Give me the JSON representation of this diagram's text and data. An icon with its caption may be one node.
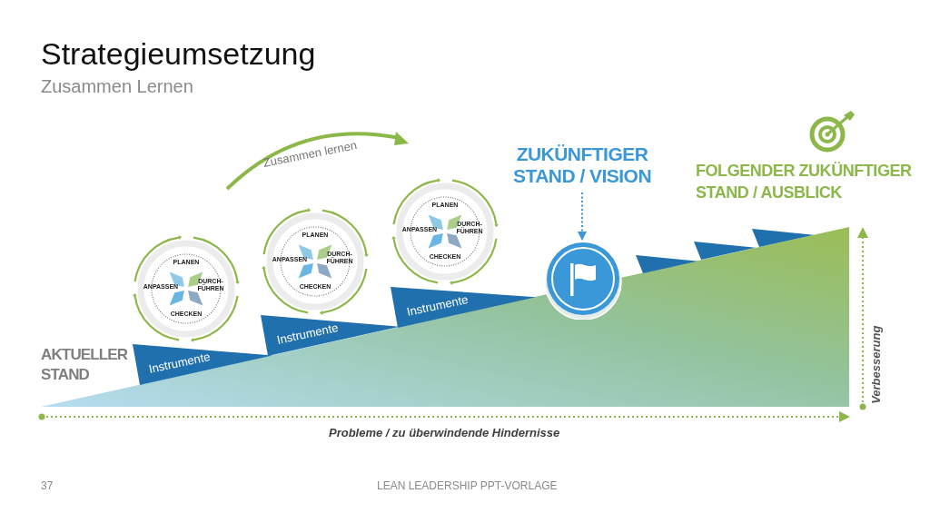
{
  "diagram": {
    "title": "Strategieumsetzung",
    "nodes": [
      {
        "text": [
          "PLANEN",
          "ANPASSEN",
          "DURCH- FÜHREN",
          "CHECKEN"
        ]
      },
      {
        "text": [
          "PLANEN",
          "ANPASSEN",
          "DURCH- FÜHREN",
          "CHECKEN"
        ]
      },
      {
        "text": [
          "PLANEN",
          "ANPASSEN",
          "DURCH- FÜHREN",
          "CHECKEN"
        ]
      },
      {
        "text": [
          "Instrumente"
        ]
      },
      {
        "text": [
          "Instrumente"
        ]
      },
      {
        "text": [
          "Instrumente"
        ]
      },
      {
        "text": [],
        "shape": "triangle"
      },
      {
        "text": [],
        "shape": "triangle"
      },
      {
        "text": [],
        "shape": "triangle"
      },
      {
        "text": [
          "ZUKÜNFTIGER STAND / VISION"
        ]
      },
      {
        "text": [],
        "shape": "circle"
      }
    ],
    "edges": [
      {
        "from": 9,
        "to": 10,
        "arrow": "to",
        "style": "dashed"
      }
    ],
    "labels": [
      "Zusammen Lernen",
      "Zusammen lernen",
      "AKTUELLER STAND",
      "FOLGENDER ZUKÜNFTIGER STAND / AUSBLICK",
      "Verbesserung",
      "Probleme / zu überwindende Hindernisse",
      "37",
      "LEAN LEADERSHIP PPT-VORLAGE"
    ]
  }
}
